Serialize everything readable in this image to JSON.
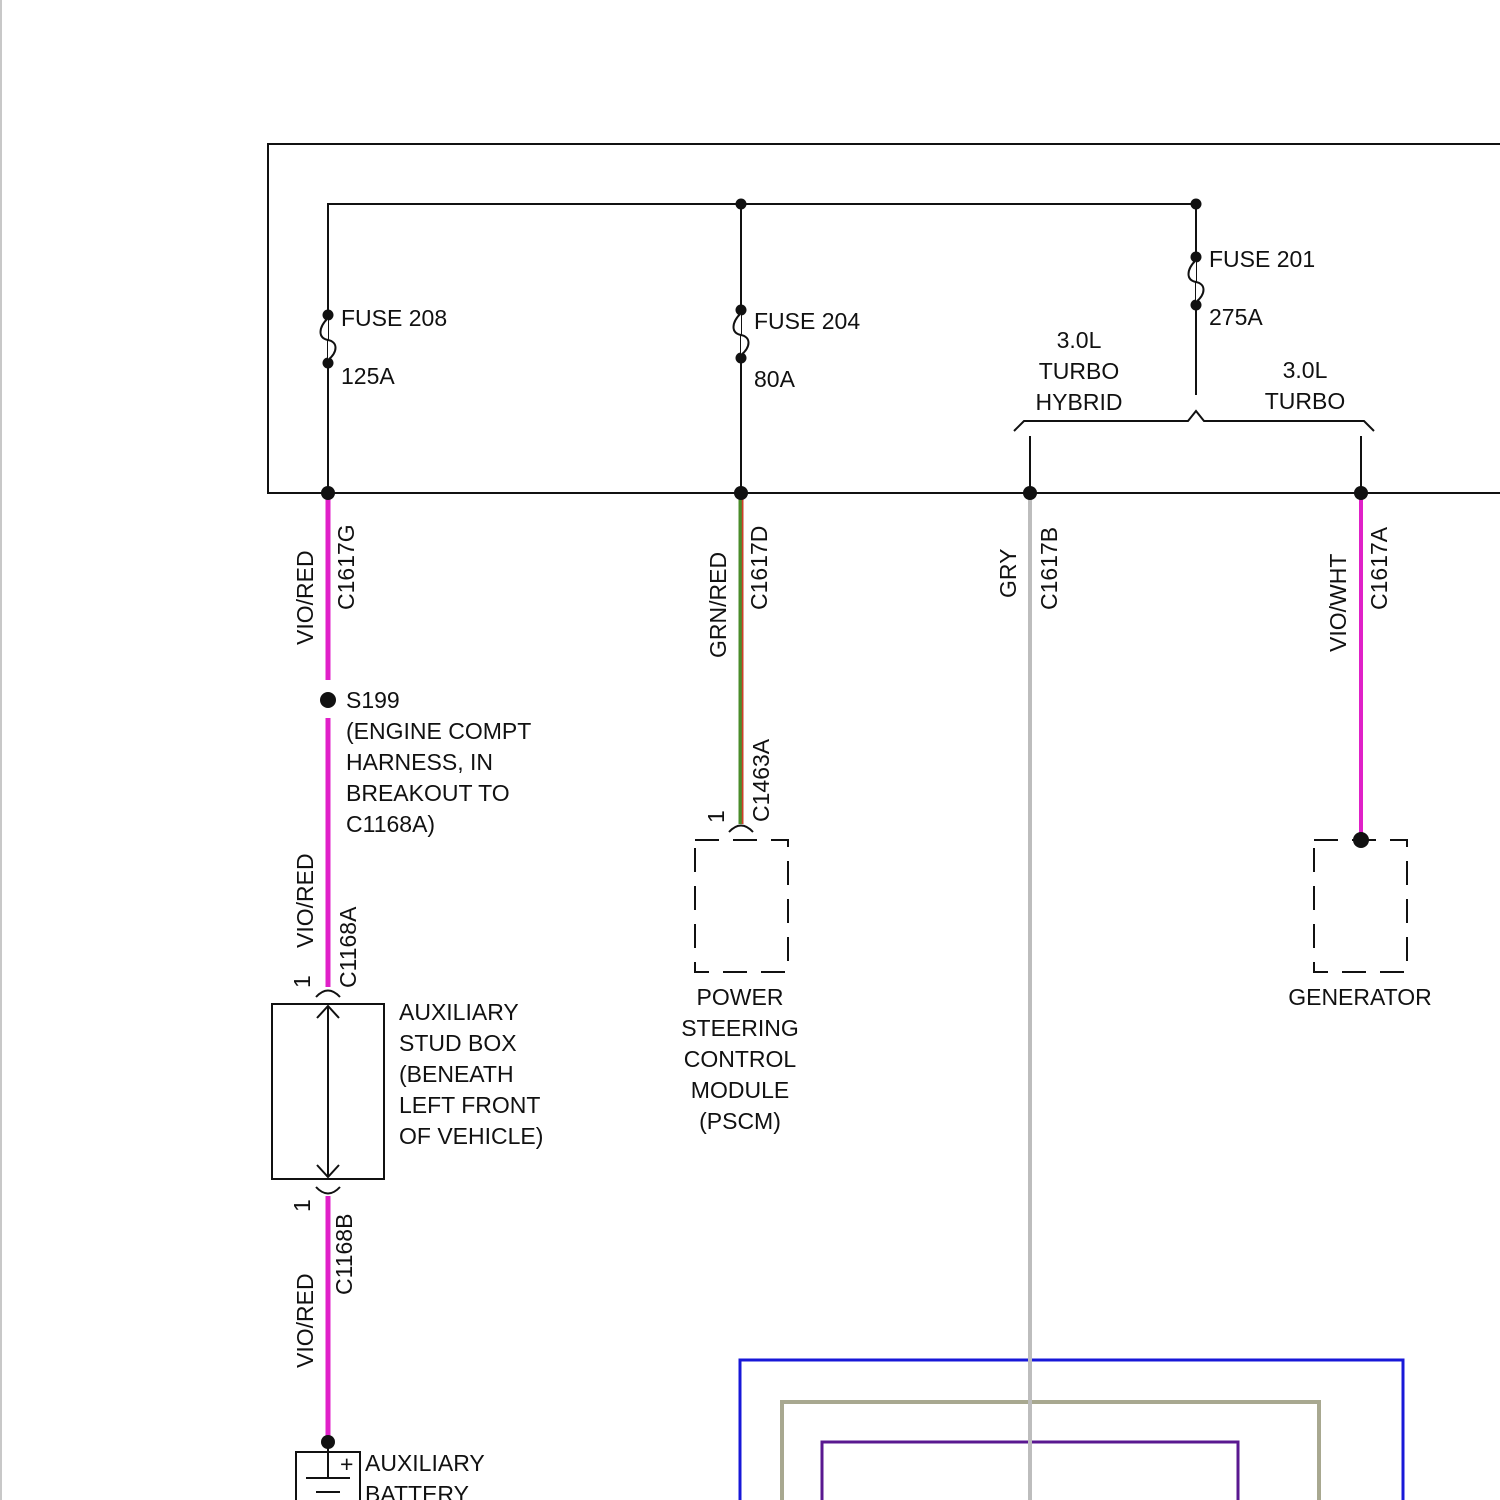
{
  "colors": {
    "vio_red": "#e020c8",
    "vio_wht": "#e020c8",
    "grn": "#4a8c2a",
    "red": "#d33b2b",
    "gry": "#bdbdbd",
    "frame_blue": "#1818d8",
    "frame_olive": "#a8a890",
    "frame_violet": "#5a1890"
  },
  "fuses": [
    {
      "name": "FUSE 208",
      "rating": "125A"
    },
    {
      "name": "FUSE 204",
      "rating": "80A"
    },
    {
      "name": "FUSE 201",
      "rating": "275A"
    }
  ],
  "options": {
    "hybrid": [
      "3.0L",
      "TURBO",
      "HYBRID"
    ],
    "turbo": [
      "3.0L",
      "TURBO"
    ]
  },
  "wires": {
    "c1617g": {
      "color": "VIO/RED",
      "connector": "C1617G"
    },
    "c1617d": {
      "color": "GRN/RED",
      "connector": "C1617D"
    },
    "c1617b": {
      "color": "GRY",
      "connector": "C1617B"
    },
    "c1617a": {
      "color": "VIO/WHT",
      "connector": "C1617A"
    },
    "c1168a": {
      "color": "VIO/RED",
      "connector": "C1168A",
      "pin": "1"
    },
    "c1168b": {
      "color": "VIO/RED",
      "connector": "C1168B",
      "pin": "1"
    },
    "c1463a": {
      "connector": "C1463A",
      "pin": "1"
    }
  },
  "splice": {
    "id": "S199",
    "desc": [
      "(ENGINE COMPT",
      "HARNESS, IN",
      "BREAKOUT TO",
      "C1168A)"
    ]
  },
  "components": {
    "stud_box": [
      "AUXILIARY",
      "STUD BOX",
      "(BENEATH",
      "LEFT FRONT",
      "OF VEHICLE)"
    ],
    "pscm": [
      "POWER",
      "STEERING",
      "CONTROL",
      "MODULE",
      "(PSCM)"
    ],
    "generator": [
      "GENERATOR"
    ],
    "battery": [
      "AUXILIARY",
      "BATTERY"
    ],
    "battery_plus": "+"
  }
}
